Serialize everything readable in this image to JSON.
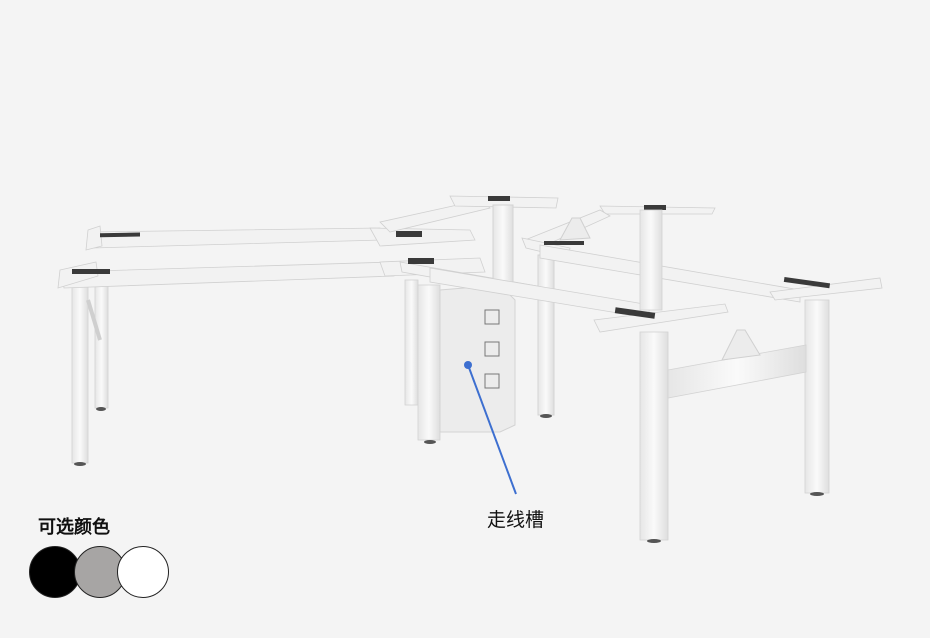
{
  "product": {
    "image_alt": "Four-person electric height-adjustable desk frame with central cable management tower",
    "frame_color": "#f2f2f2",
    "frame_shadow": "#d9d9d9",
    "pad_color": "#3a3a3a"
  },
  "callout": {
    "label": "走线槽",
    "line_color": "#3d6fd0",
    "target": "cable-management-tower"
  },
  "colors": {
    "title": "可选颜色",
    "options": [
      {
        "name": "black",
        "hex": "#000000"
      },
      {
        "name": "gray",
        "hex": "#a7a5a4"
      },
      {
        "name": "white",
        "hex": "#ffffff"
      }
    ]
  }
}
